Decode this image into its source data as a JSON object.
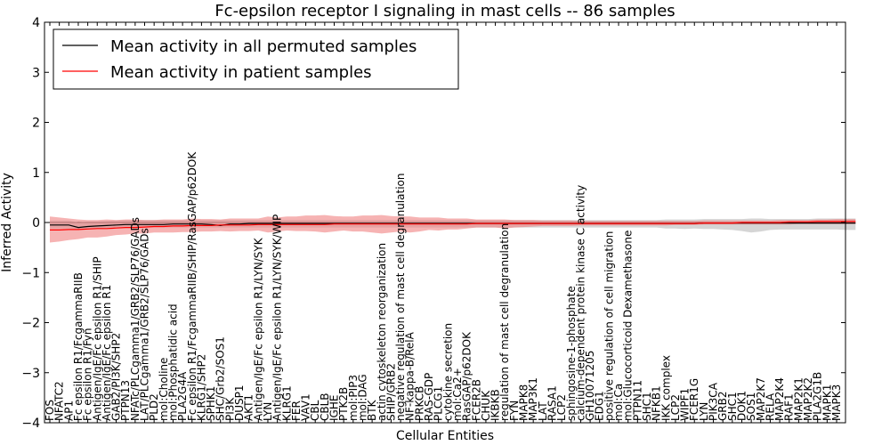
{
  "chart_data": {
    "type": "line",
    "title": "Fc-epsilon receptor I signaling in mast cells -- 86 samples",
    "xlabel": "Cellular Entities",
    "ylabel": "Inferred Activity",
    "ylim": [
      -4,
      4
    ],
    "yticks": [
      "−4",
      "−3",
      "−2",
      "−1",
      "0",
      "1",
      "2",
      "3",
      "4"
    ],
    "grid": false,
    "legend_position": "top-left",
    "categories": [
      "FOS",
      "NFATC2",
      "AP1",
      "Fc epsilon R1/FcgammaRIIB",
      "Fc epsilon R1/Fyn",
      "Antigen/IgE/Fc epsilon R1/SHIP",
      "Antigen/IgE/Fc epsilon R1",
      "GAB2/PI3K/SHP2",
      "PTPN13",
      "NFATc/PLCgamma1/GRB2/SLP76/GADs",
      "LAT/PLCgamma1/GRB2/SLP76/GADs",
      "PLD2",
      "mol:Choline",
      "mol:Phosphatidic acid",
      "PLA2G4A",
      "Fc epsilon R1/FcgammaRIIB/SHIP/RasGAP/p62DOK",
      "KLRG1/SHP2",
      "SPHK1",
      "SHC/Grb2/SOS1",
      "PI3K",
      "DUSP1",
      "AKT1",
      "Antigen/IgE/Fc epsilon R1/LYN/SYK",
      "LYN",
      "Antigen/IgE/Fc epsilon R1/LYN/SYK/WIP",
      "KLRG1",
      "FER",
      "VAV1",
      "CBL",
      "CBLB",
      "IGHE",
      "PTK2B",
      "mol:PIP3",
      "mol:DAG",
      "BTK",
      "actin cytoskeleton reorganization",
      "SHIP/GRB2",
      "negative regulation of mast cell degranulation",
      "NF-kappa-B/RelA",
      "PRKCB",
      "RAS-GDP",
      "PLCG1",
      "cytokine secretion",
      "mol:Ca2+",
      "RasGAP/p62DOK",
      "FCER2B",
      "CHUK",
      "IKBKB",
      "regulation of mast cell degranulation",
      "FYN",
      "MAPK8",
      "MAP3K1",
      "LAT",
      "RASA1",
      "LCP2",
      "sphingosine-1-phosphate",
      "calcium-dependent protein kinase C activity",
      "GH10071205",
      "EDG1",
      "positive regulation of cell migration",
      "mol:Ca",
      "mol:Glucocorticoid Dexamethasone",
      "PTPN11",
      "SHC1",
      "NFKB1",
      "IKK complex",
      "LCP2",
      "WIPF1",
      "FCER1G",
      "LYN",
      "PIK3CA",
      "GRB2",
      "SHC1",
      "DOK1",
      "SOS1",
      "MAP2K7",
      "RELA",
      "MAP2K4",
      "RAF1",
      "MAP2K1",
      "MAP2K2",
      "PLA2G1B",
      "MAPK1",
      "MAPK3"
    ],
    "series": [
      {
        "name": "Mean activity in all permuted samples",
        "color": "#000000",
        "band_color": "#b3b3b3",
        "values": [
          -0.05,
          -0.05,
          -0.05,
          -0.1,
          -0.08,
          -0.07,
          -0.06,
          -0.05,
          -0.04,
          -0.04,
          -0.04,
          -0.04,
          -0.04,
          -0.03,
          -0.03,
          -0.03,
          -0.03,
          -0.04,
          -0.06,
          -0.03,
          -0.03,
          -0.02,
          -0.02,
          -0.02,
          -0.02,
          -0.02,
          -0.02,
          -0.02,
          -0.02,
          -0.02,
          -0.02,
          -0.02,
          -0.02,
          -0.02,
          -0.02,
          -0.02,
          -0.02,
          -0.02,
          -0.02,
          -0.02,
          -0.02,
          -0.02,
          -0.02,
          -0.02,
          -0.02,
          -0.02,
          -0.02,
          -0.02,
          -0.02,
          -0.02,
          -0.02,
          -0.02,
          -0.02,
          -0.02,
          -0.02,
          -0.02,
          -0.02,
          -0.02,
          -0.02,
          -0.02,
          -0.02,
          -0.02,
          -0.02,
          -0.02,
          -0.02,
          -0.02,
          -0.02,
          -0.02,
          -0.02,
          -0.01,
          -0.01,
          -0.01,
          -0.01,
          -0.01,
          -0.01,
          -0.01,
          -0.01,
          -0.01,
          -0.01,
          -0.01,
          -0.01,
          -0.01,
          -0.01,
          -0.01,
          -0.01,
          -0.01
        ],
        "lower": [
          -0.12,
          -0.12,
          -0.12,
          -0.13,
          -0.12,
          -0.12,
          -0.11,
          -0.11,
          -0.1,
          -0.1,
          -0.1,
          -0.1,
          -0.1,
          -0.1,
          -0.1,
          -0.1,
          -0.1,
          -0.1,
          -0.1,
          -0.1,
          -0.1,
          -0.1,
          -0.1,
          -0.1,
          -0.1,
          -0.1,
          -0.1,
          -0.1,
          -0.1,
          -0.1,
          -0.1,
          -0.1,
          -0.1,
          -0.1,
          -0.1,
          -0.1,
          -0.1,
          -0.1,
          -0.1,
          -0.1,
          -0.1,
          -0.1,
          -0.1,
          -0.1,
          -0.1,
          -0.1,
          -0.1,
          -0.1,
          -0.1,
          -0.1,
          -0.1,
          -0.1,
          -0.1,
          -0.1,
          -0.1,
          -0.1,
          -0.1,
          -0.1,
          -0.1,
          -0.1,
          -0.1,
          -0.1,
          -0.1,
          -0.1,
          -0.1,
          -0.12,
          -0.12,
          -0.13,
          -0.12,
          -0.13,
          -0.13,
          -0.14,
          -0.15,
          -0.17,
          -0.2,
          -0.18,
          -0.15,
          -0.14,
          -0.14,
          -0.14,
          -0.14,
          -0.14,
          -0.14,
          -0.14,
          -0.15,
          -0.15
        ],
        "upper": [
          0.04,
          0.04,
          0.04,
          0.0,
          0.02,
          0.02,
          0.03,
          0.04,
          0.05,
          0.05,
          0.05,
          0.05,
          0.05,
          0.05,
          0.05,
          0.05,
          0.05,
          0.05,
          0.05,
          0.05,
          0.05,
          0.05,
          0.05,
          0.05,
          0.05,
          0.05,
          0.05,
          0.05,
          0.05,
          0.05,
          0.05,
          0.05,
          0.05,
          0.05,
          0.05,
          0.05,
          0.05,
          0.05,
          0.05,
          0.05,
          0.05,
          0.05,
          0.05,
          0.05,
          0.05,
          0.05,
          0.05,
          0.05,
          0.05,
          0.05,
          0.05,
          0.05,
          0.05,
          0.05,
          0.05,
          0.05,
          0.05,
          0.05,
          0.05,
          0.05,
          0.05,
          0.05,
          0.05,
          0.05,
          0.05,
          0.06,
          0.06,
          0.06,
          0.06,
          0.07,
          0.07,
          0.07,
          0.07,
          0.07,
          0.08,
          0.08,
          0.07,
          0.07,
          0.07,
          0.07,
          0.07,
          0.08,
          0.08,
          0.08,
          0.08,
          0.08
        ]
      },
      {
        "name": "Mean activity in patient samples",
        "color": "#ff0000",
        "band_color": "#f08080",
        "values": [
          -0.15,
          -0.15,
          -0.14,
          -0.14,
          -0.13,
          -0.12,
          -0.12,
          -0.11,
          -0.1,
          -0.1,
          -0.09,
          -0.08,
          -0.08,
          -0.07,
          -0.07,
          -0.06,
          -0.06,
          -0.06,
          -0.05,
          -0.05,
          -0.05,
          -0.05,
          -0.04,
          -0.04,
          -0.04,
          -0.04,
          -0.04,
          -0.04,
          -0.04,
          -0.04,
          -0.03,
          -0.03,
          -0.03,
          -0.03,
          -0.03,
          -0.03,
          -0.03,
          -0.03,
          -0.03,
          -0.03,
          -0.03,
          -0.03,
          -0.03,
          -0.03,
          -0.03,
          -0.02,
          -0.02,
          -0.02,
          -0.02,
          -0.02,
          -0.02,
          -0.02,
          -0.02,
          -0.02,
          -0.02,
          -0.02,
          -0.02,
          -0.02,
          -0.02,
          -0.02,
          -0.02,
          -0.02,
          -0.02,
          -0.02,
          -0.02,
          -0.02,
          -0.02,
          -0.02,
          -0.02,
          -0.01,
          -0.01,
          -0.01,
          -0.01,
          0.0,
          0.0,
          0.0,
          0.0,
          0.0,
          0.01,
          0.01,
          0.01,
          0.02,
          0.02,
          0.02,
          0.02,
          0.02
        ],
        "lower": [
          -0.4,
          -0.38,
          -0.35,
          -0.33,
          -0.3,
          -0.3,
          -0.28,
          -0.25,
          -0.24,
          -0.22,
          -0.22,
          -0.2,
          -0.2,
          -0.2,
          -0.19,
          -0.19,
          -0.18,
          -0.18,
          -0.17,
          -0.18,
          -0.17,
          -0.17,
          -0.16,
          -0.2,
          -0.18,
          -0.16,
          -0.17,
          -0.17,
          -0.18,
          -0.2,
          -0.18,
          -0.16,
          -0.18,
          -0.18,
          -0.2,
          -0.22,
          -0.2,
          -0.18,
          -0.2,
          -0.18,
          -0.15,
          -0.16,
          -0.14,
          -0.14,
          -0.12,
          -0.1,
          -0.1,
          -0.1,
          -0.12,
          -0.1,
          -0.09,
          -0.08,
          -0.07,
          -0.07,
          -0.07,
          -0.07,
          -0.06,
          -0.06,
          -0.06,
          -0.06,
          -0.06,
          -0.06,
          -0.06,
          -0.06,
          -0.06,
          -0.06,
          -0.05,
          -0.05,
          -0.05,
          -0.04,
          -0.04,
          -0.04,
          -0.04,
          -0.04,
          -0.04,
          -0.04,
          -0.04,
          -0.04,
          -0.04,
          -0.03,
          -0.03,
          -0.03,
          -0.03,
          -0.03,
          -0.03,
          -0.03
        ],
        "upper": [
          0.12,
          0.1,
          0.08,
          0.06,
          0.05,
          0.05,
          0.06,
          0.05,
          0.06,
          0.06,
          0.05,
          0.05,
          0.06,
          0.06,
          0.06,
          0.08,
          0.07,
          0.07,
          0.06,
          0.08,
          0.08,
          0.08,
          0.08,
          0.12,
          0.1,
          0.12,
          0.12,
          0.14,
          0.14,
          0.15,
          0.13,
          0.12,
          0.12,
          0.14,
          0.14,
          0.15,
          0.13,
          0.12,
          0.12,
          0.1,
          0.1,
          0.1,
          0.08,
          0.08,
          0.08,
          0.06,
          0.06,
          0.06,
          0.06,
          0.05,
          0.05,
          0.05,
          0.04,
          0.04,
          0.04,
          0.04,
          0.03,
          0.03,
          0.03,
          0.03,
          0.03,
          0.03,
          0.03,
          0.03,
          0.03,
          0.03,
          0.03,
          0.03,
          0.03,
          0.04,
          0.04,
          0.04,
          0.04,
          0.04,
          0.04,
          0.04,
          0.04,
          0.05,
          0.05,
          0.05,
          0.05,
          0.06,
          0.06,
          0.07,
          0.07,
          0.07
        ]
      }
    ]
  }
}
